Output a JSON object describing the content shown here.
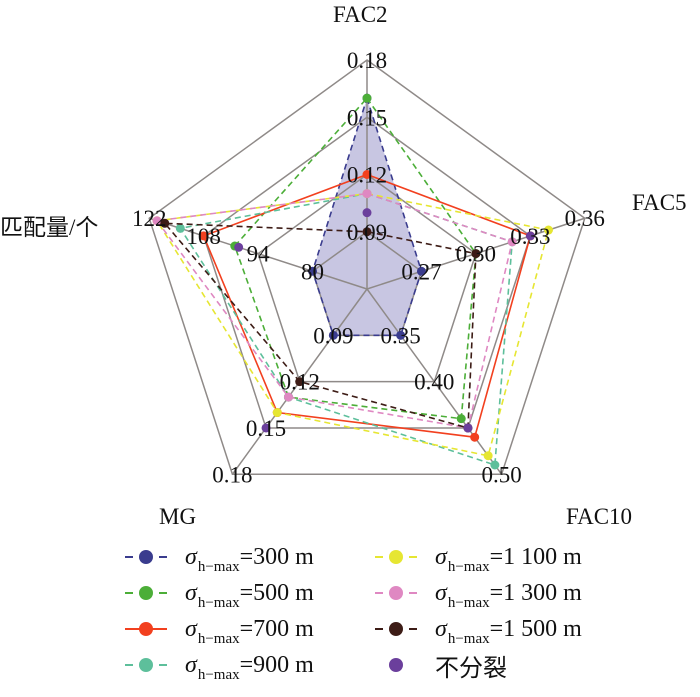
{
  "chart_data": {
    "type": "radar",
    "axes": [
      "FAC2",
      "FAC5",
      "FAC10",
      "MG",
      "匹配量/个"
    ],
    "axis_min": [
      0.06,
      0.24,
      0.3,
      0.06,
      66
    ],
    "axis_max": [
      0.18,
      0.36,
      0.5,
      0.18,
      122
    ],
    "tick_labels": [
      [
        "0.09",
        "0.12",
        "0.15",
        "0.18"
      ],
      [
        "0.27",
        "0.30",
        "0.33",
        "0.36"
      ],
      [
        "0.35",
        "0.40",
        "",
        "0.50"
      ],
      [
        "0.09",
        "0.12",
        "0.15",
        "0.18"
      ],
      [
        "80",
        "94",
        "108",
        "122"
      ]
    ],
    "series": [
      {
        "name": "=300 m",
        "color": "#3a3c8e",
        "dash": true,
        "fill": "#c8c6e2",
        "values": [
          0.16,
          0.27,
          0.35,
          0.09,
          80
        ]
      },
      {
        "name": "=500 m",
        "color": "#4cae38",
        "dash": true,
        "values": [
          0.16,
          0.3,
          0.44,
          0.13,
          100
        ]
      },
      {
        "name": "=700 m",
        "color": "#f2401f",
        "dash": false,
        "values": [
          0.12,
          0.33,
          0.46,
          0.14,
          108
        ]
      },
      {
        "name": "=900 m",
        "color": "#5dbf9b",
        "dash": true,
        "values": [
          0.11,
          0.32,
          0.49,
          0.13,
          114
        ]
      },
      {
        "name": "=1 100 m",
        "color": "#e6e632",
        "dash": true,
        "values": [
          0.11,
          0.34,
          0.48,
          0.14,
          120
        ]
      },
      {
        "name": "=1 300 m",
        "color": "#df88c2",
        "dash": true,
        "values": [
          0.11,
          0.32,
          0.45,
          0.13,
          120
        ]
      },
      {
        "name": "=1 500 m",
        "color": "#3d1c16",
        "dash": true,
        "values": [
          0.09,
          0.3,
          0.45,
          0.12,
          118
        ]
      },
      {
        "name": "不分裂",
        "color": "#6b3f9c",
        "dash": null,
        "values": [
          0.1,
          0.33,
          0.45,
          0.15,
          99
        ]
      }
    ],
    "legend_symbol": "σ",
    "legend_subscript": "h−max",
    "legend_placement": "bottom",
    "grid": true
  }
}
